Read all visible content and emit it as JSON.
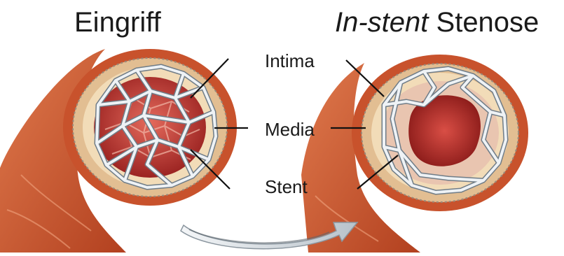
{
  "titles": {
    "left": "Eingriff",
    "right_italic": "In-stent",
    "right_rest": " Stenose"
  },
  "labels": {
    "intima": "Intima",
    "media": "Media",
    "stent": "Stent"
  },
  "colors": {
    "vessel_outer": "#c9502a",
    "vessel_dark": "#8e2a14",
    "media_ring": "#e8c9a0",
    "intima_ring": "#f1dbb8",
    "lumen": "#c73c3a",
    "lumen_dark": "#9c2422",
    "stent_strut": "#e6ecf1",
    "stent_edge": "#7d8a95",
    "neointima": "#e9c7b5",
    "arrow": "#dfe5ea"
  },
  "icons": {
    "transition_arrow": "curved-arrow-icon"
  }
}
